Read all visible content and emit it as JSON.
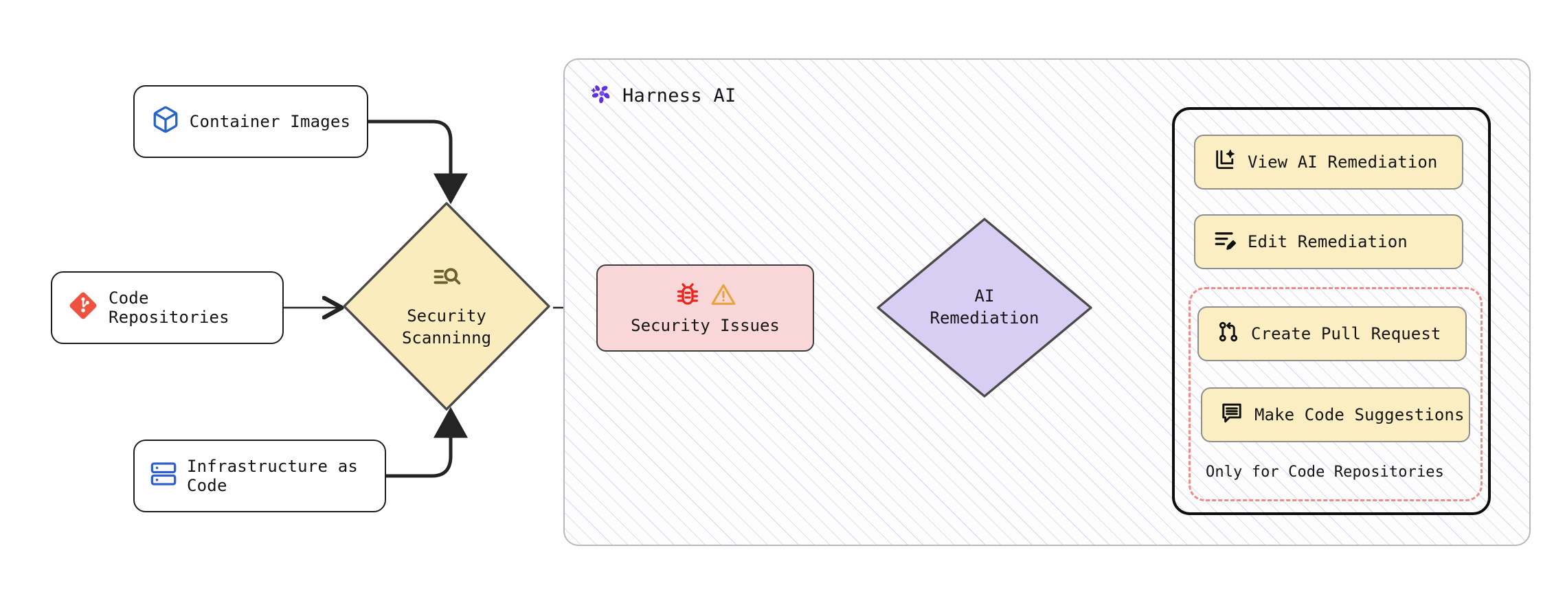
{
  "sources": [
    {
      "id": "container-images",
      "label": "Container Images",
      "icon": "cube-icon",
      "icon_color": "#2563c9"
    },
    {
      "id": "code-repositories",
      "label": "Code Repositories",
      "icon": "git-icon",
      "icon_color": "#ef5340"
    },
    {
      "id": "infrastructure-as-code",
      "label": "Infrastructure as Code",
      "icon": "server-icon",
      "icon_color": "#2f5fd0"
    }
  ],
  "scan": {
    "label_line1": "Security",
    "label_line2": "Scanninng",
    "icon": "scan-search-icon",
    "fill": "#fbecbe",
    "stroke": "#4a4a4a"
  },
  "group": {
    "title": "Harness AI",
    "logo": "harness-ai-logo",
    "logo_color": "#5f2fe0",
    "border_color": "#b9b9bd",
    "hatch_color": "#7c6de0"
  },
  "issues": {
    "label": "Security Issues",
    "bug_icon": "bug-icon",
    "bug_color": "#e8261c",
    "warning_icon": "warning-triangle-icon",
    "warning_color": "#e8a33d",
    "fill": "#f9d7d8",
    "stroke": "#3c3c3c"
  },
  "remediation": {
    "label_line1": "AI",
    "label_line2": "Remediation",
    "fill": "#d8cdf2",
    "stroke": "#4a4a4a"
  },
  "actions": [
    {
      "id": "view-ai-remediation",
      "label": "View AI Remediation",
      "icon": "ai-sparkle-doc-icon",
      "code_only": false
    },
    {
      "id": "edit-remediation",
      "label": "Edit Remediation",
      "icon": "edit-lines-pencil-icon",
      "code_only": false
    },
    {
      "id": "create-pull-request",
      "label": "Create Pull Request",
      "icon": "pull-request-icon",
      "code_only": true
    },
    {
      "id": "make-code-suggestions",
      "label": "Make Code Suggestions",
      "icon": "comment-lines-icon",
      "code_only": true
    }
  ],
  "panel_note": "Only for Code Repositories",
  "colors": {
    "button_fill": "#faeec2",
    "button_stroke": "#8d8d8d",
    "panel_stroke": "#0d0d0d",
    "dashed_stroke": "#ef8b83",
    "arrow": "#242424"
  }
}
